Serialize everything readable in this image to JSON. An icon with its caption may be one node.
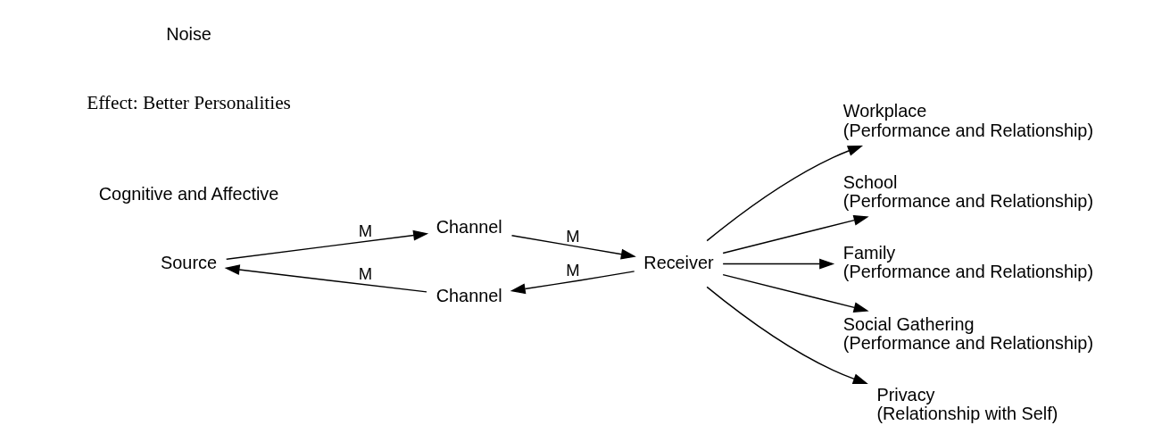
{
  "diagram": {
    "nodes": [
      {
        "text": [
          "Source"
        ]
      },
      {
        "text": [
          "Channel"
        ]
      },
      {
        "text": [
          "Receiver"
        ]
      },
      {
        "text": [
          "Workplace",
          "(Performance and Relationship)"
        ]
      },
      {
        "text": [
          "School",
          "(Performance and Relationship)"
        ]
      },
      {
        "text": [
          "Family",
          "(Performance and Relationship)"
        ]
      },
      {
        "text": [
          "Social Gathering",
          "(Performance and Relationship)"
        ]
      },
      {
        "text": [
          "Privacy",
          "(Relationship with Self)"
        ]
      },
      {
        "text": [
          "Channel"
        ]
      }
    ],
    "edges": [
      {
        "from": 0,
        "to": 1,
        "arrow": "to",
        "label": "M"
      },
      {
        "from": 1,
        "to": 2,
        "arrow": "to",
        "label": "M"
      },
      {
        "from": 2,
        "to": 3,
        "arrow": "to"
      },
      {
        "from": 2,
        "to": 4,
        "arrow": "to"
      },
      {
        "from": 2,
        "to": 5,
        "arrow": "to"
      },
      {
        "from": 2,
        "to": 6,
        "arrow": "to"
      },
      {
        "from": 2,
        "to": 7,
        "arrow": "to"
      },
      {
        "from": 2,
        "to": 8,
        "arrow": "to",
        "label": "M"
      },
      {
        "from": 8,
        "to": 0,
        "arrow": "to",
        "label": "M"
      }
    ],
    "labels": [
      "Effect: Better Personalities",
      "Cognitive and Affective",
      "Noise"
    ]
  }
}
